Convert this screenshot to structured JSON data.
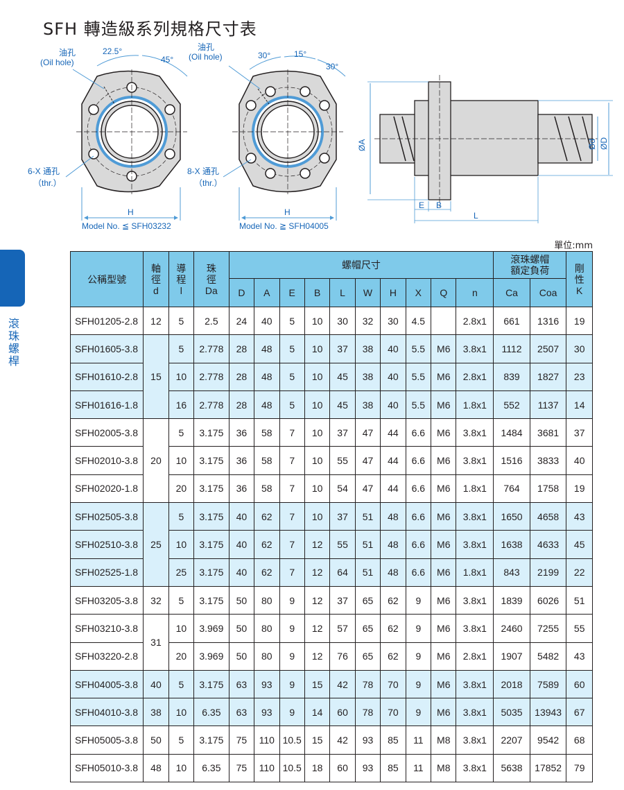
{
  "title": "SFH 轉造級系列規格尺寸表",
  "side_label": "滾珠螺桿",
  "unit": "單位:mm",
  "drawing1": {
    "oil_hole_cn": "油孔",
    "oil_hole_en": "(Oil hole)",
    "angle1": "22.5°",
    "angle2": "45°",
    "thru_cn": "6-X 通孔",
    "thru_en": "（thr.）",
    "h_label": "H",
    "model_note": "Model No. ≦ SFH03232"
  },
  "drawing2": {
    "oil_hole_cn": "油孔",
    "oil_hole_en": "(Oil hole)",
    "angle1": "30°",
    "angle2": "15°",
    "angle3": "30°",
    "thru_cn": "8-X 通孔",
    "thru_en": "（thr.）",
    "h_label": "H",
    "model_note": "Model No. ≧ SFH04005"
  },
  "drawing3": {
    "da": "ØA",
    "dd": "Ød",
    "dD": "ØD",
    "e": "E",
    "b": "B",
    "l": "L"
  },
  "table": {
    "header": {
      "model": "公稱型號",
      "shaft": [
        "軸",
        "徑",
        "d"
      ],
      "lead": [
        "導",
        "程",
        "l"
      ],
      "ball": [
        "珠",
        "徑",
        "Da"
      ],
      "nut": "螺帽尺寸",
      "load": [
        "滾珠螺帽",
        "額定負荷"
      ],
      "rigid": [
        "剛",
        "性",
        "K"
      ],
      "sub": [
        "D",
        "A",
        "E",
        "B",
        "L",
        "W",
        "H",
        "X",
        "Q",
        "n",
        "Ca",
        "Coa"
      ]
    },
    "rows": [
      {
        "model": "SFH01205-2.8",
        "d": "12",
        "l": "5",
        "Da": "2.5",
        "D": "24",
        "A": "40",
        "E": "5",
        "B": "10",
        "L": "30",
        "W": "32",
        "H": "30",
        "X": "4.5",
        "Q": "",
        "n": "2.8x1",
        "Ca": "661",
        "Coa": "1316",
        "K": "19"
      },
      {
        "model": "SFH01605-3.8",
        "d": "15",
        "l": "5",
        "Da": "2.778",
        "D": "28",
        "A": "48",
        "E": "5",
        "B": "10",
        "L": "37",
        "W": "38",
        "H": "40",
        "X": "5.5",
        "Q": "M6",
        "n": "3.8x1",
        "Ca": "1112",
        "Coa": "2507",
        "K": "30"
      },
      {
        "model": "SFH01610-2.8",
        "d": "",
        "l": "10",
        "Da": "2.778",
        "D": "28",
        "A": "48",
        "E": "5",
        "B": "10",
        "L": "45",
        "W": "38",
        "H": "40",
        "X": "5.5",
        "Q": "M6",
        "n": "2.8x1",
        "Ca": "839",
        "Coa": "1827",
        "K": "23"
      },
      {
        "model": "SFH01616-1.8",
        "d": "",
        "l": "16",
        "Da": "2.778",
        "D": "28",
        "A": "48",
        "E": "5",
        "B": "10",
        "L": "45",
        "W": "38",
        "H": "40",
        "X": "5.5",
        "Q": "M6",
        "n": "1.8x1",
        "Ca": "552",
        "Coa": "1137",
        "K": "14"
      },
      {
        "model": "SFH02005-3.8",
        "d": "20",
        "l": "5",
        "Da": "3.175",
        "D": "36",
        "A": "58",
        "E": "7",
        "B": "10",
        "L": "37",
        "W": "47",
        "H": "44",
        "X": "6.6",
        "Q": "M6",
        "n": "3.8x1",
        "Ca": "1484",
        "Coa": "3681",
        "K": "37"
      },
      {
        "model": "SFH02010-3.8",
        "d": "",
        "l": "10",
        "Da": "3.175",
        "D": "36",
        "A": "58",
        "E": "7",
        "B": "10",
        "L": "55",
        "W": "47",
        "H": "44",
        "X": "6.6",
        "Q": "M6",
        "n": "3.8x1",
        "Ca": "1516",
        "Coa": "3833",
        "K": "40"
      },
      {
        "model": "SFH02020-1.8",
        "d": "",
        "l": "20",
        "Da": "3.175",
        "D": "36",
        "A": "58",
        "E": "7",
        "B": "10",
        "L": "54",
        "W": "47",
        "H": "44",
        "X": "6.6",
        "Q": "M6",
        "n": "1.8x1",
        "Ca": "764",
        "Coa": "1758",
        "K": "19"
      },
      {
        "model": "SFH02505-3.8",
        "d": "25",
        "l": "5",
        "Da": "3.175",
        "D": "40",
        "A": "62",
        "E": "7",
        "B": "10",
        "L": "37",
        "W": "51",
        "H": "48",
        "X": "6.6",
        "Q": "M6",
        "n": "3.8x1",
        "Ca": "1650",
        "Coa": "4658",
        "K": "43"
      },
      {
        "model": "SFH02510-3.8",
        "d": "",
        "l": "10",
        "Da": "3.175",
        "D": "40",
        "A": "62",
        "E": "7",
        "B": "12",
        "L": "55",
        "W": "51",
        "H": "48",
        "X": "6.6",
        "Q": "M6",
        "n": "3.8x1",
        "Ca": "1638",
        "Coa": "4633",
        "K": "45"
      },
      {
        "model": "SFH02525-1.8",
        "d": "",
        "l": "25",
        "Da": "3.175",
        "D": "40",
        "A": "62",
        "E": "7",
        "B": "12",
        "L": "64",
        "W": "51",
        "H": "48",
        "X": "6.6",
        "Q": "M6",
        "n": "1.8x1",
        "Ca": "843",
        "Coa": "2199",
        "K": "22"
      },
      {
        "model": "SFH03205-3.8",
        "d": "32",
        "l": "5",
        "Da": "3.175",
        "D": "50",
        "A": "80",
        "E": "9",
        "B": "12",
        "L": "37",
        "W": "65",
        "H": "62",
        "X": "9",
        "Q": "M6",
        "n": "3.8x1",
        "Ca": "1839",
        "Coa": "6026",
        "K": "51"
      },
      {
        "model": "SFH03210-3.8",
        "d": "31",
        "l": "10",
        "Da": "3.969",
        "D": "50",
        "A": "80",
        "E": "9",
        "B": "12",
        "L": "57",
        "W": "65",
        "H": "62",
        "X": "9",
        "Q": "M6",
        "n": "3.8x1",
        "Ca": "2460",
        "Coa": "7255",
        "K": "55"
      },
      {
        "model": "SFH03220-2.8",
        "d": "",
        "l": "20",
        "Da": "3.969",
        "D": "50",
        "A": "80",
        "E": "9",
        "B": "12",
        "L": "76",
        "W": "65",
        "H": "62",
        "X": "9",
        "Q": "M6",
        "n": "2.8x1",
        "Ca": "1907",
        "Coa": "5482",
        "K": "43"
      },
      {
        "model": "SFH04005-3.8",
        "d": "40",
        "l": "5",
        "Da": "3.175",
        "D": "63",
        "A": "93",
        "E": "9",
        "B": "15",
        "L": "42",
        "W": "78",
        "H": "70",
        "X": "9",
        "Q": "M6",
        "n": "3.8x1",
        "Ca": "2018",
        "Coa": "7589",
        "K": "60"
      },
      {
        "model": "SFH04010-3.8",
        "d": "38",
        "l": "10",
        "Da": "6.35",
        "D": "63",
        "A": "93",
        "E": "9",
        "B": "14",
        "L": "60",
        "W": "78",
        "H": "70",
        "X": "9",
        "Q": "M6",
        "n": "3.8x1",
        "Ca": "5035",
        "Coa": "13943",
        "K": "67"
      },
      {
        "model": "SFH05005-3.8",
        "d": "50",
        "l": "5",
        "Da": "3.175",
        "D": "75",
        "A": "110",
        "E": "10.5",
        "B": "15",
        "L": "42",
        "W": "93",
        "H": "85",
        "X": "11",
        "Q": "M8",
        "n": "3.8x1",
        "Ca": "2207",
        "Coa": "9542",
        "K": "68"
      },
      {
        "model": "SFH05010-3.8",
        "d": "48",
        "l": "10",
        "Da": "6.35",
        "D": "75",
        "A": "110",
        "E": "10.5",
        "B": "18",
        "L": "60",
        "W": "93",
        "H": "85",
        "X": "11",
        "Q": "M8",
        "n": "3.8x1",
        "Ca": "5638",
        "Coa": "17852",
        "K": "79"
      }
    ]
  }
}
